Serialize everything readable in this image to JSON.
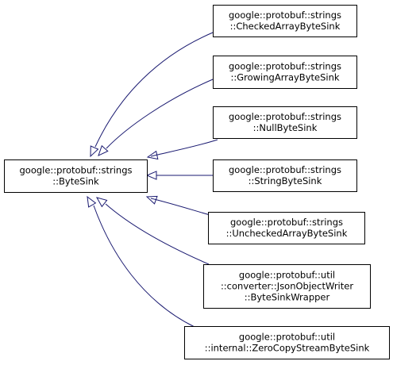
{
  "diagram": {
    "base": {
      "id": "bytesink",
      "lines": [
        "google::protobuf::strings",
        "::ByteSink"
      ]
    },
    "derived": [
      {
        "id": "checked",
        "lines": [
          "google::protobuf::strings",
          "::CheckedArrayByteSink"
        ]
      },
      {
        "id": "growing",
        "lines": [
          "google::protobuf::strings",
          "::GrowingArrayByteSink"
        ]
      },
      {
        "id": "null",
        "lines": [
          "google::protobuf::strings",
          "::NullByteSink"
        ]
      },
      {
        "id": "string",
        "lines": [
          "google::protobuf::strings",
          "::StringByteSink"
        ]
      },
      {
        "id": "unchecked",
        "lines": [
          "google::protobuf::strings",
          "::UncheckedArrayByteSink"
        ]
      },
      {
        "id": "jsonwrapper",
        "lines": [
          "google::protobuf::util",
          "::converter::JsonObjectWriter",
          "::ByteSinkWrapper"
        ]
      },
      {
        "id": "zerocopy",
        "lines": [
          "google::protobuf::util",
          "::internal::ZeroCopyStreamByteSink"
        ]
      }
    ]
  },
  "colors": {
    "edge": "#191970",
    "node_border": "#000000",
    "node_fill": "#ffffff"
  }
}
